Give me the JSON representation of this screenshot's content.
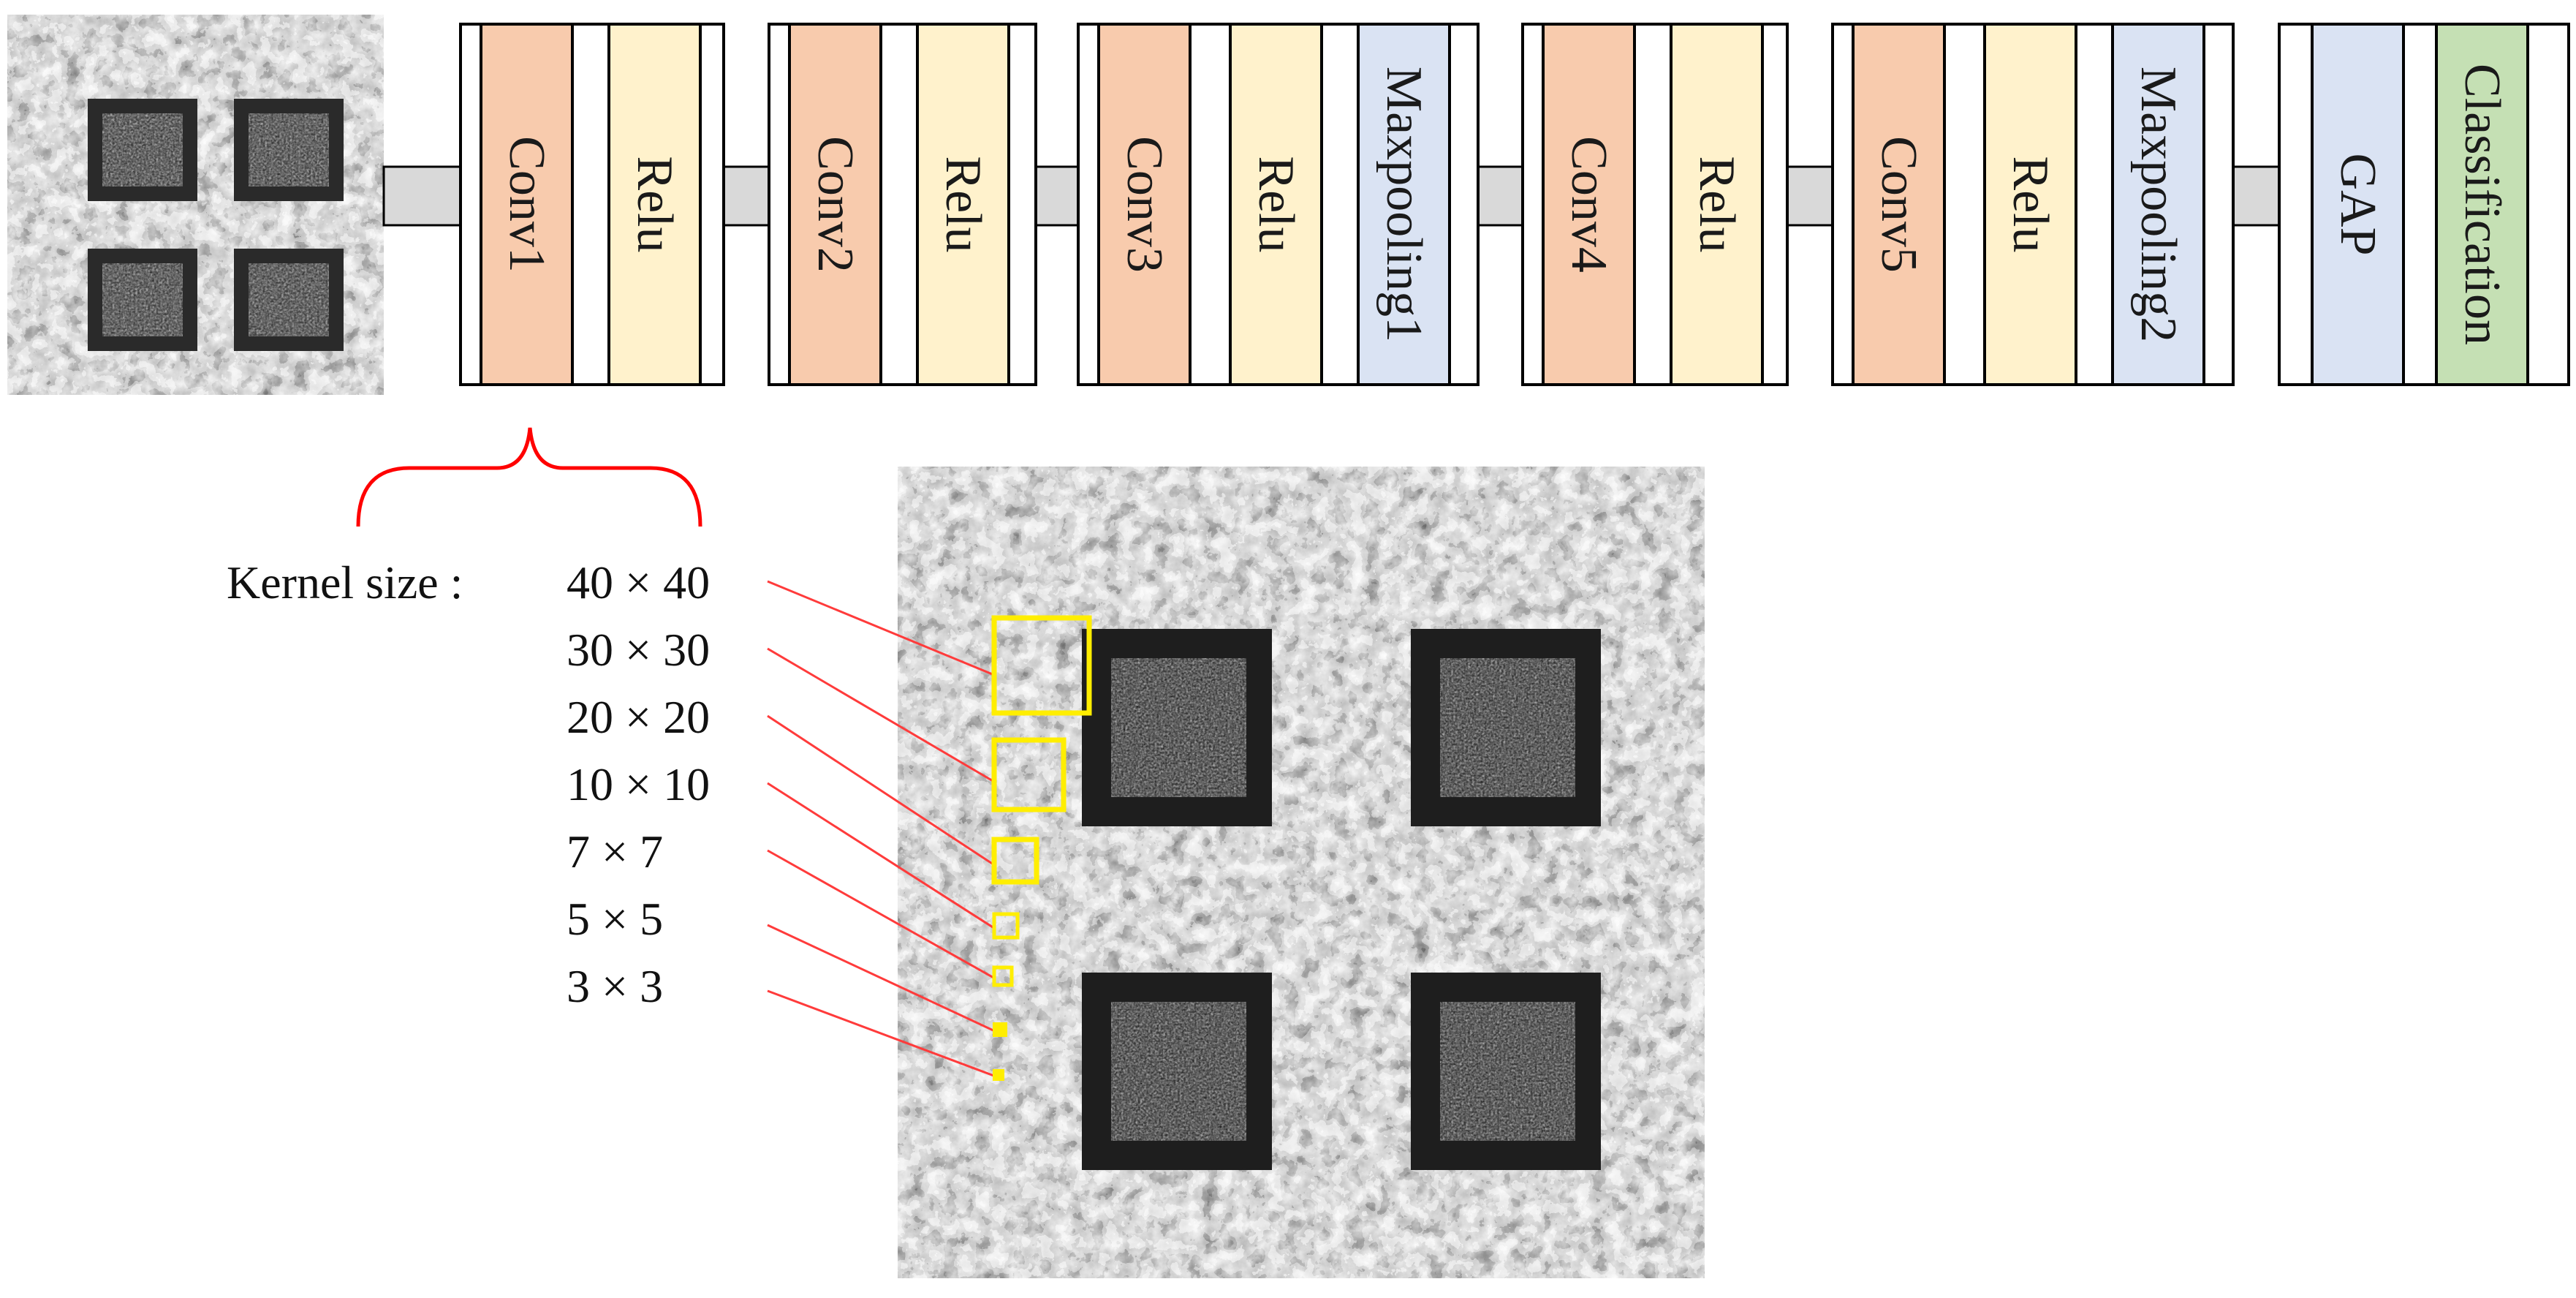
{
  "blocks": [
    {
      "layers": [
        {
          "label": "Conv1",
          "kind": "conv"
        },
        {
          "label": "Relu",
          "kind": "relu"
        }
      ]
    },
    {
      "layers": [
        {
          "label": "Conv2",
          "kind": "conv"
        },
        {
          "label": "Relu",
          "kind": "relu"
        }
      ]
    },
    {
      "layers": [
        {
          "label": "Conv3",
          "kind": "conv"
        },
        {
          "label": "Relu",
          "kind": "relu"
        },
        {
          "label": "Maxpooling1",
          "kind": "pool"
        }
      ]
    },
    {
      "layers": [
        {
          "label": "Conv4",
          "kind": "conv"
        },
        {
          "label": "Relu",
          "kind": "relu"
        }
      ]
    },
    {
      "layers": [
        {
          "label": "Conv5",
          "kind": "conv"
        },
        {
          "label": "Relu",
          "kind": "relu"
        },
        {
          "label": "Maxpooling2",
          "kind": "pool"
        }
      ]
    },
    {
      "layers": [
        {
          "label": "GAP",
          "kind": "pool"
        },
        {
          "label": "Classification",
          "kind": "cls"
        }
      ]
    }
  ],
  "kernel": {
    "title": "Kernel size :",
    "sizes": [
      "40 × 40",
      "30 × 30",
      "20 × 20",
      "10 × 10",
      "7 × 7",
      "5 × 5",
      "3 × 3"
    ]
  },
  "colors": {
    "conv": "#f8cbad",
    "relu": "#fff2cc",
    "pool": "#dae3f3",
    "cls": "#c5e0b4",
    "connector": "#d9d9d9",
    "bracket": "#ff0000",
    "leader": "#ff3b3b",
    "kernel_box": "#ffee00"
  },
  "images": [
    {
      "name": "input-image",
      "description_icon": "micro-led-array-photo"
    },
    {
      "name": "enlarged-image",
      "description_icon": "micro-led-array-photo"
    }
  ]
}
